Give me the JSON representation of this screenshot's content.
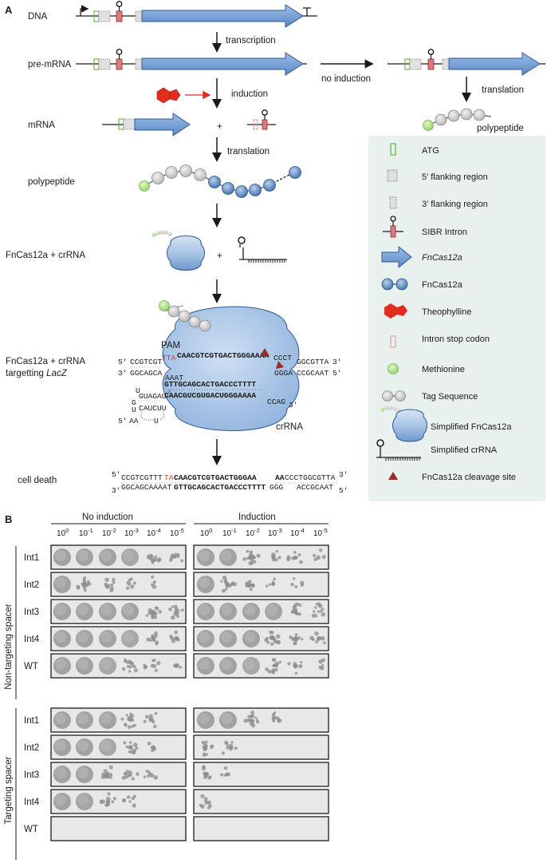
{
  "panel_a": {
    "label": "A",
    "stages": {
      "dna": "DNA",
      "pre_mrna": "pre-mRNA",
      "mrna": "mRNA",
      "polypeptide": "polypeptide",
      "fncas_crrna": "FnCas12a + crRNA",
      "targeting_line1": "FnCas12a + crRNA",
      "targeting_line2": "targetting ",
      "targeting_line2_italic": "LacZ",
      "cell_death": "cell death"
    },
    "arrows": {
      "transcription": "transcription",
      "induction": "induction",
      "translation": "translation",
      "no_induction": "no induction",
      "translation_right": "translation",
      "polypeptide_right": "polypeptide"
    },
    "plus": "+",
    "complex": {
      "pam": "PAM",
      "crrna": "crRNA",
      "top_left_prime": "5′",
      "top_left_seq": "CCGTCGT",
      "top_pam_seq": "TTA",
      "top_bold_seq": "CAACGTCGTGACTGGGAAAA",
      "top_right_seq": "CCCT",
      "top_right_seq2": "GGCGTTA",
      "top_right_prime": "3′",
      "bot_left_prime": "3′",
      "bot_left_seq": "GGCAGCA",
      "bot_left_tail": "AAAT",
      "mid_bold1": "GTTGCAGCACTGACCCTTTT",
      "mid_bold2": "CAACGUCGUGACUGGGAAAA",
      "bot_right_seq": "GGGA",
      "bot_right_seq2": "CCGCAAT",
      "bot_right_prime": "5′",
      "crrna_tail": "CCAG",
      "crrna_tail_prime": "3′",
      "stem_left": "GUAGAU",
      "stem_right": "CAUCUU",
      "loop_u1": "U",
      "loop_u2": "U",
      "loop_g": "G",
      "loop_u3": "U",
      "five_prime": "5′",
      "aa": "AA",
      "u_bottom": "U"
    },
    "cleaved": {
      "top_prime_l": "5′",
      "top_seq": "CCGTCGTTT",
      "top_red": "TA",
      "top_bold": "CAACGTCGTGACTGGGAA",
      "top_seq2_bold": "AA",
      "top_seq2": "CCCTGGCGTTA",
      "top_prime_r": "3′",
      "bot_prime_l": "3′",
      "bot_seq": "GGCAGCAAAAT",
      "bot_bold": "GTTGCAGCACTGACCCTTTT",
      "bot_seq2": "GGG",
      "bot_seq3": "ACCGCAAT",
      "bot_prime_r": "5′"
    },
    "legend": [
      {
        "icon": "atg-icon",
        "label": "ATG"
      },
      {
        "icon": "five-prime-flank-icon",
        "label": "5′ flanking region"
      },
      {
        "icon": "three-prime-flank-icon",
        "label": "3′ flanking region"
      },
      {
        "icon": "sibr-intron-icon",
        "label": "SIBR Intron"
      },
      {
        "icon": "fncas12a-gene-icon",
        "label": "FnCas12a",
        "italic": true
      },
      {
        "icon": "fncas12a-protein-icon",
        "label": "FnCas12a"
      },
      {
        "icon": "theophylline-icon",
        "label": "Theophylline"
      },
      {
        "icon": "intron-stop-codon-icon",
        "label": "Intron stop codon"
      },
      {
        "icon": "methionine-icon",
        "label": "Methionine"
      },
      {
        "icon": "tag-sequence-icon",
        "label": "Tag Sequence"
      },
      {
        "icon": "simplified-fncas12a-icon",
        "label": "Simplified FnCas12a"
      },
      {
        "icon": "simplified-crrna-icon",
        "label": "Simplified crRNA"
      },
      {
        "icon": "cleavage-site-icon",
        "label": "FnCas12a cleavage site"
      }
    ],
    "colors": {
      "gene_blue": "#6a9ad6",
      "protein_blue": "#a9c5e6",
      "intron_red": "#e07a7a",
      "atg_green": "#8fd16a",
      "theophylline_red": "#e02d1e",
      "legend_bg": "#e9f1ef",
      "cleavage": "#9b2a2a"
    }
  },
  "panel_b": {
    "label": "B",
    "conditions": [
      "No induction",
      "Induction"
    ],
    "dilutions": [
      {
        "base": "10",
        "exp": "0"
      },
      {
        "base": "10",
        "exp": "-1"
      },
      {
        "base": "10",
        "exp": "-2"
      },
      {
        "base": "10",
        "exp": "-3"
      },
      {
        "base": "10",
        "exp": "-4"
      },
      {
        "base": "10",
        "exp": "-5"
      }
    ],
    "groups": [
      {
        "label": "Non-targeting spacer",
        "rows": [
          "Int1",
          "Int2",
          "Int3",
          "Int4",
          "WT"
        ]
      },
      {
        "label": "Targeting spacer",
        "rows": [
          "Int1",
          "Int2",
          "Int3",
          "Int4",
          "WT"
        ]
      }
    ],
    "growth": {
      "non_targeting": {
        "no_induction": [
          [
            1,
            1,
            1,
            0.8,
            0.5,
            0.3
          ],
          [
            1,
            0.7,
            0.4,
            0.2,
            0.1,
            0
          ],
          [
            1,
            1,
            1,
            1,
            0.7,
            0.4
          ],
          [
            1,
            1,
            1,
            0.8,
            0.5,
            0.3
          ],
          [
            1,
            1,
            0.8,
            0.5,
            0.3,
            0.1
          ]
        ],
        "induction": [
          [
            1,
            1,
            0.6,
            0.4,
            0.3,
            0.1
          ],
          [
            1,
            0.7,
            0.4,
            0.2,
            0.1,
            0
          ],
          [
            1,
            1,
            1,
            0.9,
            0.6,
            0.4
          ],
          [
            1,
            1,
            1,
            0.7,
            0.5,
            0.3
          ],
          [
            1,
            1,
            0.8,
            0.5,
            0.3,
            0.1
          ]
        ]
      },
      "targeting": {
        "no_induction": [
          [
            1,
            1,
            1,
            0.6,
            0.3,
            0
          ],
          [
            1,
            1,
            0.8,
            0.5,
            0.2,
            0
          ],
          [
            1,
            1,
            0.6,
            0.4,
            0.2,
            0
          ],
          [
            1,
            0.9,
            0.5,
            0.2,
            0,
            0
          ],
          [
            0,
            0,
            0,
            0,
            0,
            0
          ]
        ],
        "induction": [
          [
            1,
            1,
            0.6,
            0.3,
            0,
            0
          ],
          [
            0.6,
            0.3,
            0,
            0,
            0,
            0
          ],
          [
            0.5,
            0.15,
            0,
            0,
            0,
            0
          ],
          [
            0.3,
            0,
            0,
            0,
            0,
            0
          ],
          [
            0,
            0,
            0,
            0,
            0,
            0
          ]
        ]
      }
    }
  }
}
